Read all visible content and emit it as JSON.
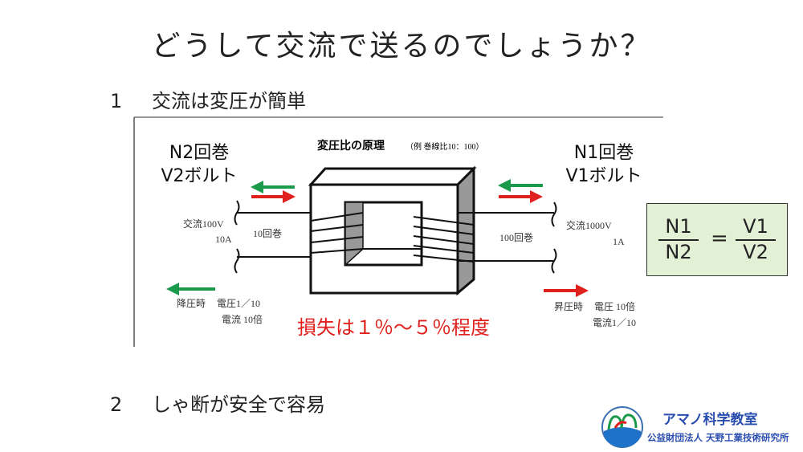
{
  "slide": {
    "title": "どうして交流で送るのでしょうか？",
    "points": [
      {
        "num": "1",
        "text": "交流は変圧が簡単"
      },
      {
        "num": "2",
        "text": "しゃ断が安全で容易"
      }
    ]
  },
  "diagram": {
    "heading": "変圧比の原理",
    "heading_note": "（例 巻線比10：100）",
    "left_turns": "N2回巻",
    "left_volts": "V2ボルト",
    "right_turns": "N1回巻",
    "right_volts": "V1ボルト",
    "left_ac": "交流100V",
    "left_current": "10A",
    "left_coil": "10回巻",
    "right_ac": "交流1000V",
    "right_current": "1A",
    "right_coil": "100回巻",
    "step_down_label": "降圧時",
    "step_down_voltage": "電圧1／10",
    "step_down_current": "電流 10倍",
    "step_up_label": "昇圧時",
    "step_up_voltage": "電圧 10倍",
    "step_up_current": "電流1／10",
    "loss": "損失は１％～５％程度",
    "colors": {
      "green_arrow": "#1a9a4a",
      "red_arrow": "#e0201c",
      "loss_text": "#e0201c"
    }
  },
  "formula": {
    "lhs_num": "N1",
    "lhs_den": "N2",
    "equals": "=",
    "rhs_num": "V1",
    "rhs_den": "V2"
  },
  "logo": {
    "title": "アマノ科学教室",
    "subtitle": "公益財団法人 天野工業技術研究所"
  }
}
